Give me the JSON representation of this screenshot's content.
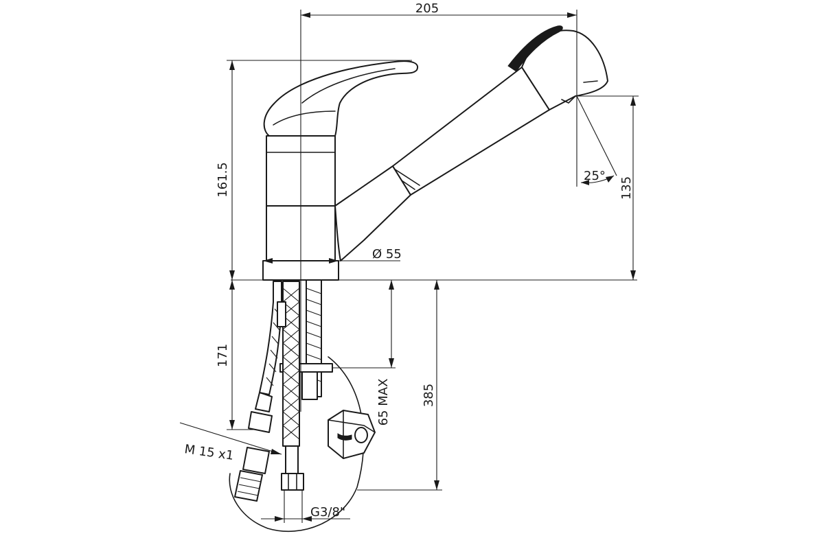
{
  "dimensions": {
    "overall_width": "205",
    "total_height": "161.5",
    "spout_height": "135",
    "spray_angle": "25°",
    "base_diameter": "Ø 55",
    "hose_length": "171",
    "overall_depth": "385",
    "max_counter_thickness": "65 MAX",
    "hose_thread": "M 15 x1",
    "inlet_thread": "G3/8\""
  }
}
